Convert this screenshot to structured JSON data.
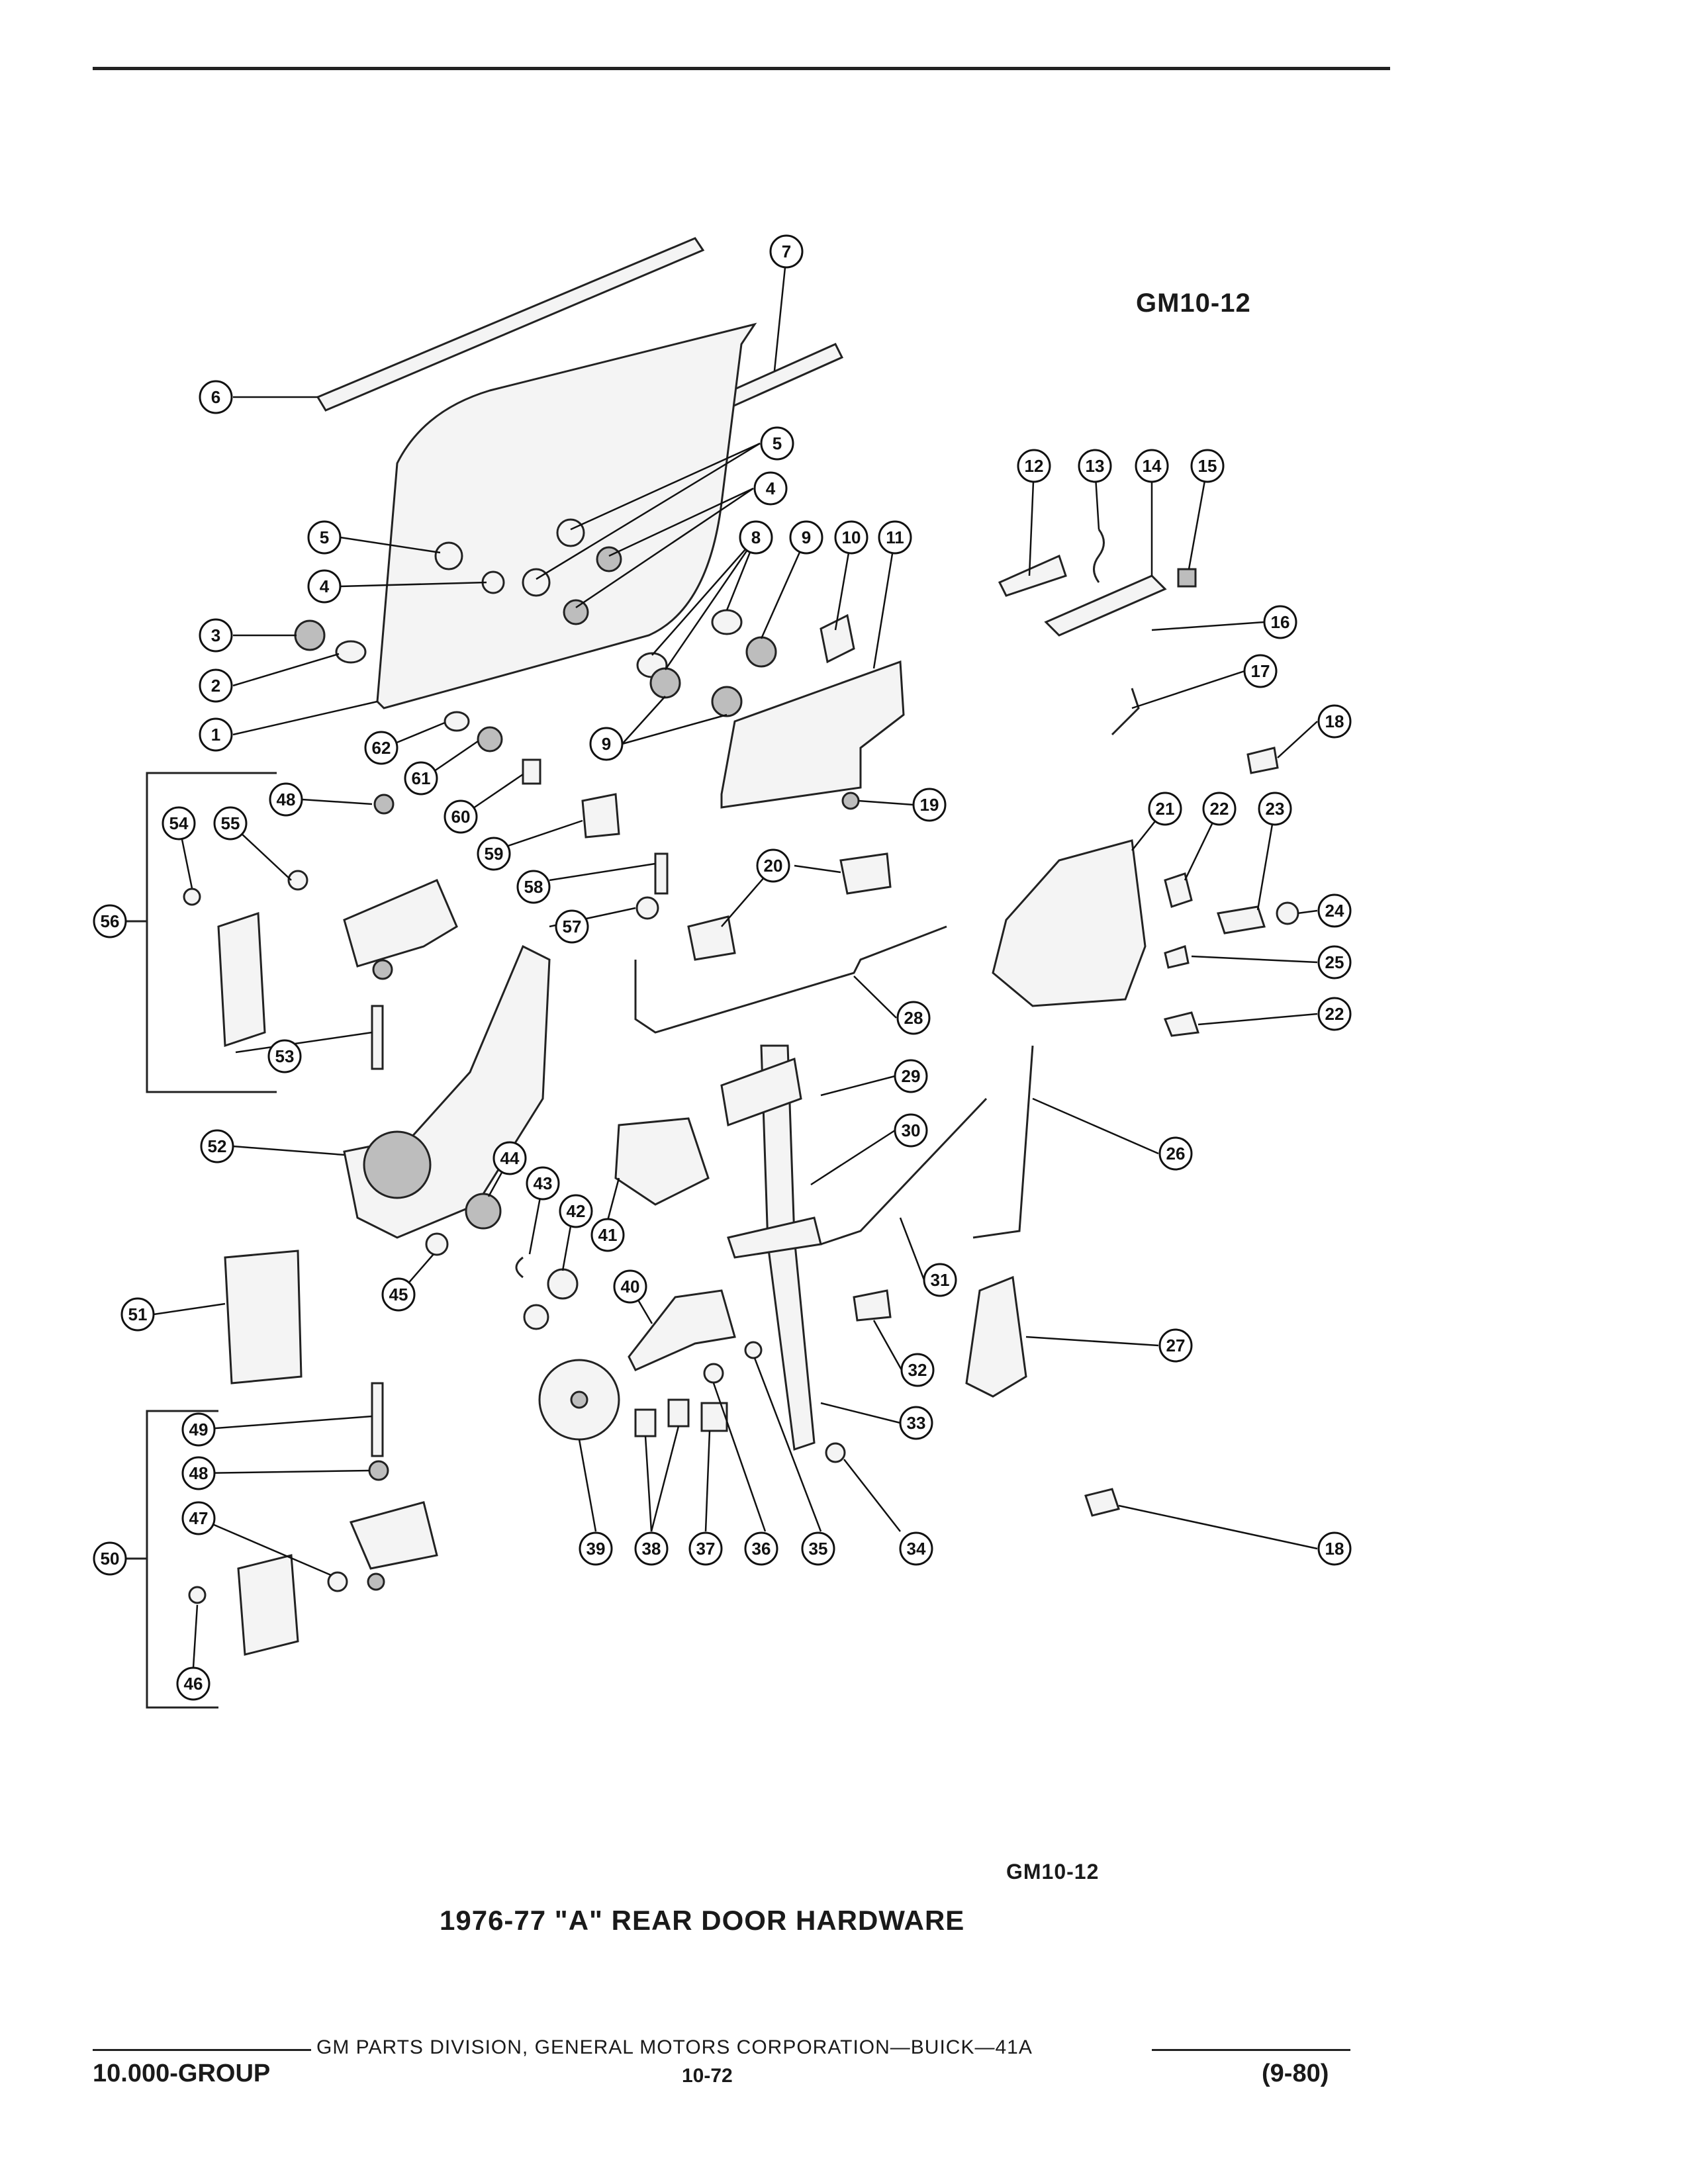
{
  "figure": {
    "code_top": "GM10-12",
    "code_bottom": "GM10-12",
    "caption": "1976-77 \"A\" REAR DOOR HARDWARE"
  },
  "footer": {
    "publisher": "GM PARTS DIVISION, GENERAL MOTORS CORPORATION—BUICK—41A",
    "group": "10.000-GROUP",
    "page": "10-72",
    "date": "(9-80)"
  },
  "callouts": [
    "1",
    "2",
    "3",
    "4",
    "4",
    "5",
    "5",
    "6",
    "7",
    "8",
    "9",
    "9",
    "10",
    "11",
    "12",
    "13",
    "14",
    "15",
    "16",
    "17",
    "18",
    "18",
    "19",
    "20",
    "21",
    "22",
    "22",
    "23",
    "24",
    "25",
    "26",
    "27",
    "28",
    "29",
    "30",
    "31",
    "32",
    "33",
    "34",
    "35",
    "36",
    "37",
    "38",
    "39",
    "40",
    "41",
    "42",
    "43",
    "44",
    "45",
    "46",
    "47",
    "48",
    "48",
    "49",
    "50",
    "51",
    "52",
    "53",
    "54",
    "55",
    "56",
    "57",
    "58",
    "59",
    "60",
    "61",
    "62"
  ]
}
